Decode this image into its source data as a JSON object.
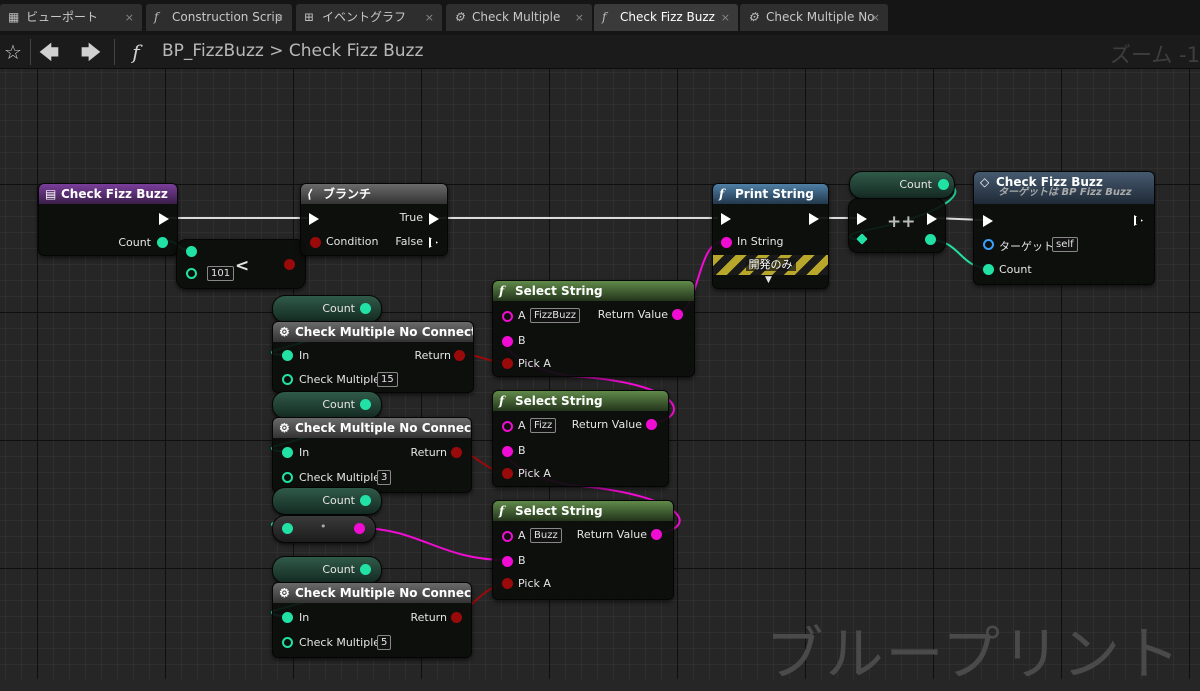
{
  "tabs": [
    {
      "label": "ビューポート",
      "icon": "viewport-icon"
    },
    {
      "label": "Construction Scrip",
      "icon": "function-icon"
    },
    {
      "label": "イベントグラフ",
      "icon": "event-graph-icon"
    },
    {
      "label": "Check Multiple",
      "icon": "gear-icon"
    },
    {
      "label": "Check Fizz Buzz",
      "icon": "function-icon"
    },
    {
      "label": "Check Multiple No",
      "icon": "gear-icon"
    }
  ],
  "tab_close_glyph": "×",
  "breadcrumb": {
    "blueprint": "BP_FizzBuzz",
    "separator": ">",
    "graph": "Check Fizz Buzz"
  },
  "zoom_text": "ズーム -1",
  "watermark": "ブループリント",
  "nodes": {
    "entry": {
      "title": "Check Fizz Buzz",
      "pin_count": "Count"
    },
    "less": {
      "value": "101",
      "op": "<"
    },
    "branch": {
      "title": "ブランチ",
      "true": "True",
      "false": "False",
      "condition": "Condition"
    },
    "print": {
      "title": "Print String",
      "in_string": "In String",
      "dev_only": "開発のみ",
      "expand": "▼"
    },
    "count_top": {
      "label": "Count"
    },
    "increment": {
      "op": "++"
    },
    "call": {
      "title": "Check Fizz Buzz",
      "subtitle": "ターゲットは BP Fizz Buzz",
      "target": "ターゲット",
      "target_value": "self",
      "count": "Count"
    },
    "select1": {
      "title": "Select String",
      "a_label": "A",
      "a_value": "FizzBuzz",
      "b": "B",
      "pick_a": "Pick A",
      "return": "Return Value"
    },
    "select2": {
      "title": "Select String",
      "a_label": "A",
      "a_value": "Fizz",
      "b": "B",
      "pick_a": "Pick A",
      "return": "Return Value"
    },
    "select3": {
      "title": "Select String",
      "a_label": "A",
      "a_value": "Buzz",
      "b": "B",
      "pick_a": "Pick A",
      "return": "Return Value"
    },
    "count_vars": [
      "Count",
      "Count",
      "Count",
      "Count"
    ],
    "multiple1": {
      "title": "Check Multiple No Connect",
      "in": "In",
      "return": "Return",
      "check": "Check Multiple",
      "value": "15"
    },
    "multiple2": {
      "title": "Check Multiple No Connect",
      "in": "In",
      "return": "Return",
      "check": "Check Multiple",
      "value": "3"
    },
    "multiple3": {
      "title": "Check Multiple No Connect",
      "in": "In",
      "return": "Return",
      "check": "Check Multiple",
      "value": "5"
    },
    "reroute": {
      "dot": "•"
    }
  },
  "colors": {
    "exec": "#ffffff",
    "integer": "#21e2a4",
    "string": "#f00cd2",
    "boolean": "#9b0a0a"
  }
}
